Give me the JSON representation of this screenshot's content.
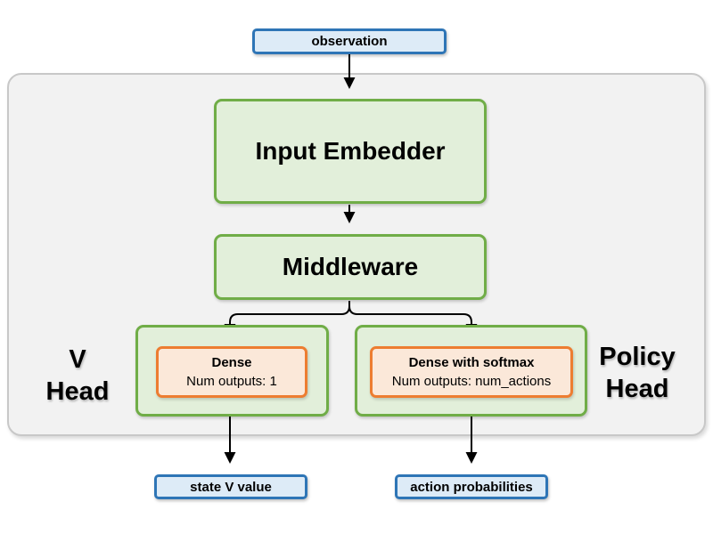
{
  "diagram": {
    "observation": {
      "label": "observation"
    },
    "input_embedder": {
      "label": "Input Embedder"
    },
    "middleware": {
      "label": "Middleware"
    },
    "v_head": {
      "title_line1": "V",
      "title_line2": "Head",
      "dense": {
        "title": "Dense",
        "subtitle": "Num outputs: 1"
      },
      "output": {
        "label": "state V value"
      }
    },
    "policy_head": {
      "title_line1": "Policy",
      "title_line2": "Head",
      "dense": {
        "title": "Dense with softmax",
        "subtitle": "Num outputs: num_actions"
      },
      "output": {
        "label": "action probabilities"
      }
    },
    "colors": {
      "green_border": "#70AD47",
      "green_fill": "#E2EFDA",
      "orange_border": "#ED7D31",
      "orange_fill": "#FBE8D9",
      "blue_border": "#2E75B6",
      "blue_fill": "#DDEBF7",
      "container_fill": "#F2F2F2",
      "container_border": "#C8C8C8",
      "arrow": "#000000"
    }
  }
}
